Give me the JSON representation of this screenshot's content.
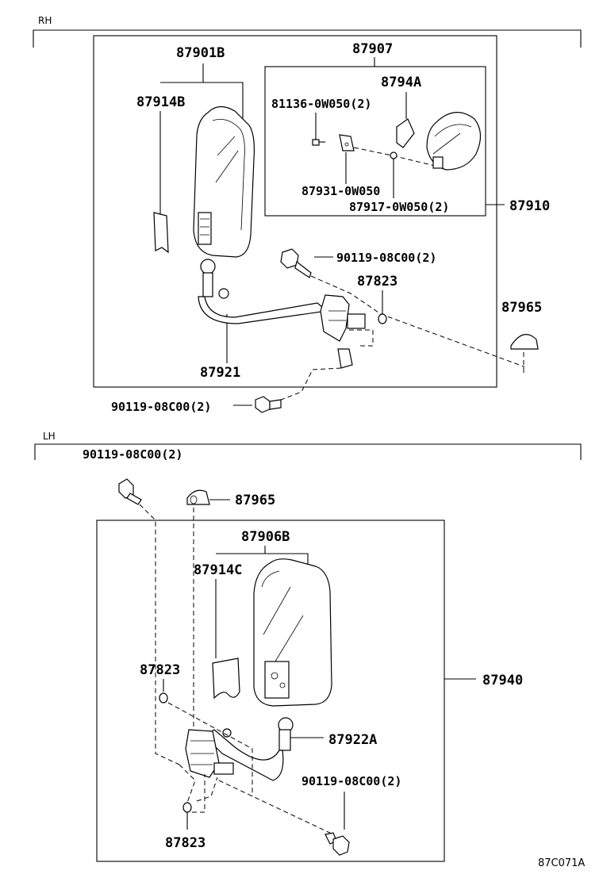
{
  "sections": {
    "rh": "RH",
    "lh": "LH"
  },
  "rh_parts": {
    "p87901b": "87901B",
    "p87914b": "87914B",
    "p87907": "87907",
    "p8794a": "8794A",
    "p81136": "81136-0W050(2)",
    "p87931": "87931-0W050",
    "p87917": "87917-0W050(2)",
    "p87910": "87910",
    "p90119a": "90119-08C00(2)",
    "p87823": "87823",
    "p87965": "87965",
    "p87921": "87921",
    "p90119b": "90119-08C00(2)"
  },
  "lh_parts": {
    "p90119a": "90119-08C00(2)",
    "p87965": "87965",
    "p87906b": "87906B",
    "p87914c": "87914C",
    "p87823a": "87823",
    "p87940": "87940",
    "p87922a": "87922A",
    "p90119b": "90119-08C00(2)",
    "p87823b": "87823"
  },
  "diagram_code": "87C071A"
}
